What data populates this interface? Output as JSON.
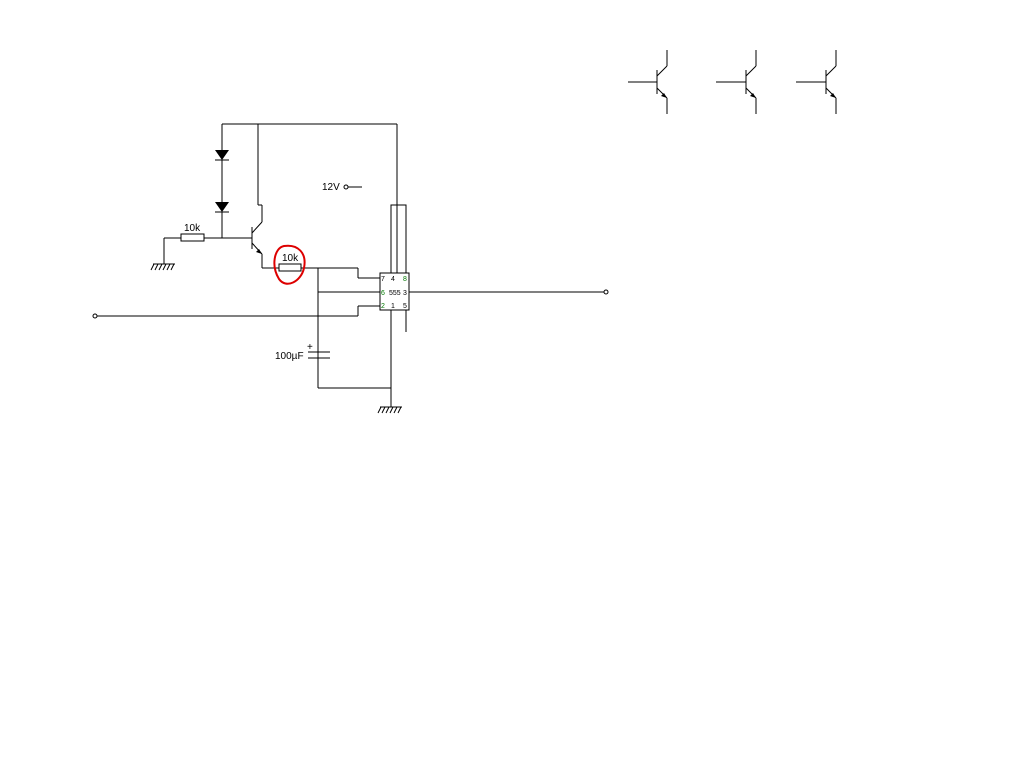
{
  "schematic": {
    "r1_label": "10k",
    "r2_label": "10k",
    "supply_label": "12V",
    "cap_label": "100µF",
    "cap_polarity": "+",
    "ic_name": "555",
    "ic_pins": {
      "p7": "7",
      "p4": "4",
      "p8": "8",
      "p6": "6",
      "p3": "3",
      "p2": "2",
      "p1": "1",
      "p5": "5"
    }
  },
  "colors": {
    "wire": "#000000",
    "highlight": "#dd0000",
    "pin_accent": "#007700"
  }
}
